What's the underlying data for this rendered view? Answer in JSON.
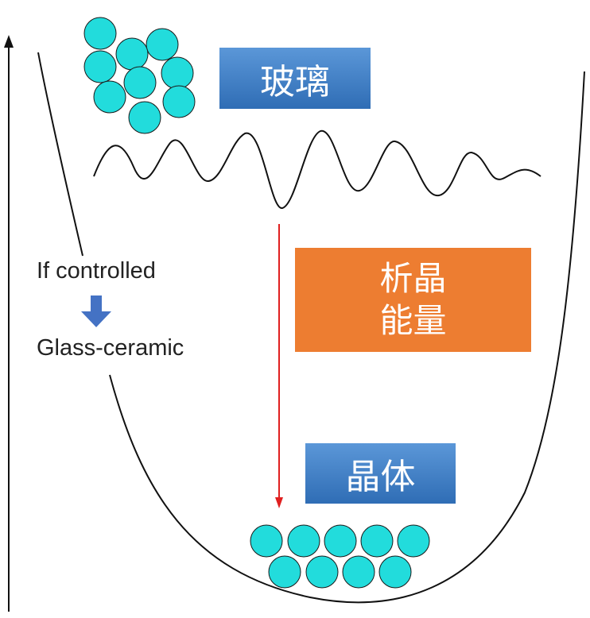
{
  "labels": {
    "glass": "玻璃",
    "crystallization_energy_line1": "析晶",
    "crystallization_energy_line2": "能量",
    "crystal": "晶体",
    "if_controlled": "If controlled",
    "glass_ceramic": "Glass-ceramic"
  },
  "colors": {
    "particle_fill": "#22dcdc",
    "particle_stroke": "#1a1a1a",
    "blue_box": "#3d7cc4",
    "orange_box": "#ed7d31",
    "red_arrow": "#e02020",
    "blue_arrow": "#4472c4",
    "curve": "#111111"
  },
  "icons": {
    "down_arrow": "blue-down-arrow-icon"
  }
}
